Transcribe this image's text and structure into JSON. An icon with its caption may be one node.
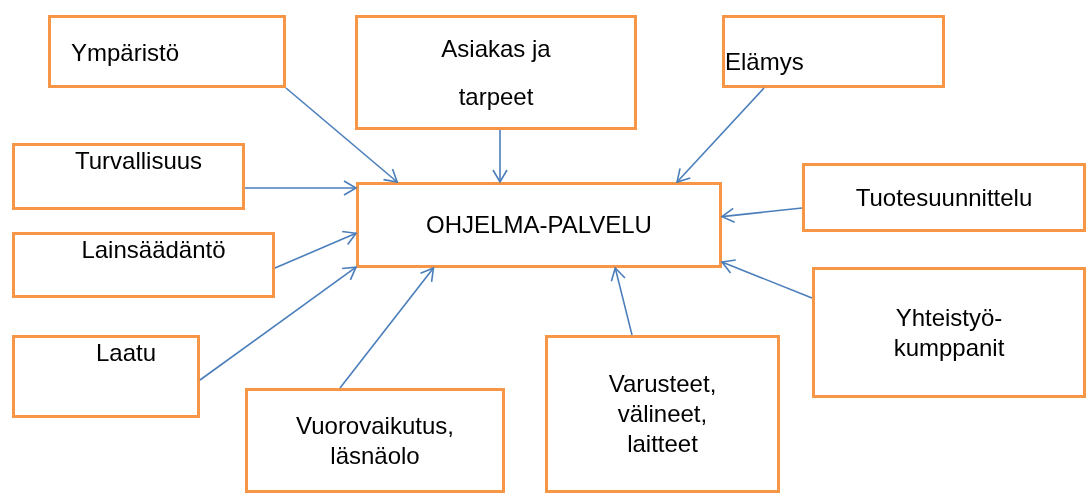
{
  "diagram": {
    "nodes": [
      {
        "text": [
          "Ympäristö"
        ]
      },
      {
        "text": [
          "Asiakas ja tarpeet"
        ]
      },
      {
        "text": [
          "Elämys"
        ]
      },
      {
        "text": [
          "Turvallisuus"
        ]
      },
      {
        "text": [
          "OHJELMA-PALVELU"
        ]
      },
      {
        "text": [
          "Tuotesuunnittelu"
        ]
      },
      {
        "text": [
          "Lainsäädäntö"
        ]
      },
      {
        "text": [
          "Yhteistyö-kumppanit"
        ]
      },
      {
        "text": [
          "Laatu"
        ]
      },
      {
        "text": [
          "Vuorovaikutus, läsnäolo"
        ]
      },
      {
        "text": [
          "Varusteet, välineet, laitteet"
        ]
      }
    ],
    "edges": [
      {
        "from": 0,
        "to": 4,
        "arrow": "to"
      },
      {
        "from": 1,
        "to": 4,
        "arrow": "to"
      },
      {
        "from": 2,
        "to": 4,
        "arrow": "to"
      },
      {
        "from": 3,
        "to": 4,
        "arrow": "to"
      },
      {
        "from": 5,
        "to": 4,
        "arrow": "to"
      },
      {
        "from": 6,
        "to": 4,
        "arrow": "to"
      },
      {
        "from": 7,
        "to": 4,
        "arrow": "to"
      },
      {
        "from": 8,
        "to": 4,
        "arrow": "to"
      },
      {
        "from": 9,
        "to": 4,
        "arrow": "to"
      },
      {
        "from": 10,
        "to": 4,
        "arrow": "to"
      }
    ]
  }
}
